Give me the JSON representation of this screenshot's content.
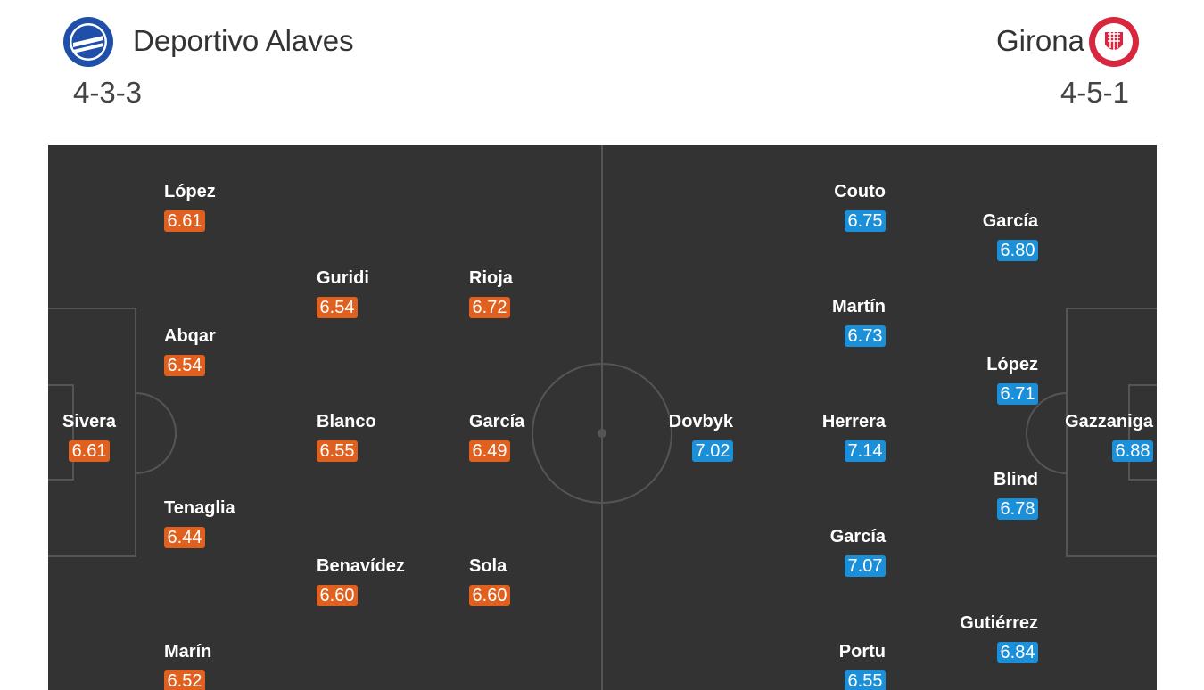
{
  "colors": {
    "home_rating": "#e0611f",
    "away_rating": "#1c8fd9",
    "pitch": "#333333",
    "pitch_lines": "#555555"
  },
  "home": {
    "name": "Deportivo Alaves",
    "formation": "4-3-3",
    "crest_icon": "deportivo-alaves-crest",
    "players": [
      {
        "name": "Sivera",
        "rating": "6.61"
      },
      {
        "name": "López",
        "rating": "6.61"
      },
      {
        "name": "Abqar",
        "rating": "6.54"
      },
      {
        "name": "Tenaglia",
        "rating": "6.44"
      },
      {
        "name": "Marín",
        "rating": "6.52"
      },
      {
        "name": "Guridi",
        "rating": "6.54"
      },
      {
        "name": "Blanco",
        "rating": "6.55"
      },
      {
        "name": "Benavídez",
        "rating": "6.60"
      },
      {
        "name": "Rioja",
        "rating": "6.72"
      },
      {
        "name": "García",
        "rating": "6.49"
      },
      {
        "name": "Sola",
        "rating": "6.60"
      }
    ]
  },
  "away": {
    "name": "Girona",
    "formation": "4-5-1",
    "crest_icon": "girona-crest",
    "players": [
      {
        "name": "Gazzaniga",
        "rating": "6.88"
      },
      {
        "name": "García",
        "rating": "6.80"
      },
      {
        "name": "López",
        "rating": "6.71"
      },
      {
        "name": "Blind",
        "rating": "6.78"
      },
      {
        "name": "Gutiérrez",
        "rating": "6.84"
      },
      {
        "name": "Couto",
        "rating": "6.75"
      },
      {
        "name": "Martín",
        "rating": "6.73"
      },
      {
        "name": "Herrera",
        "rating": "7.14"
      },
      {
        "name": "García",
        "rating": "7.07"
      },
      {
        "name": "Portu",
        "rating": "6.55"
      },
      {
        "name": "Dovbyk",
        "rating": "7.02"
      }
    ]
  }
}
